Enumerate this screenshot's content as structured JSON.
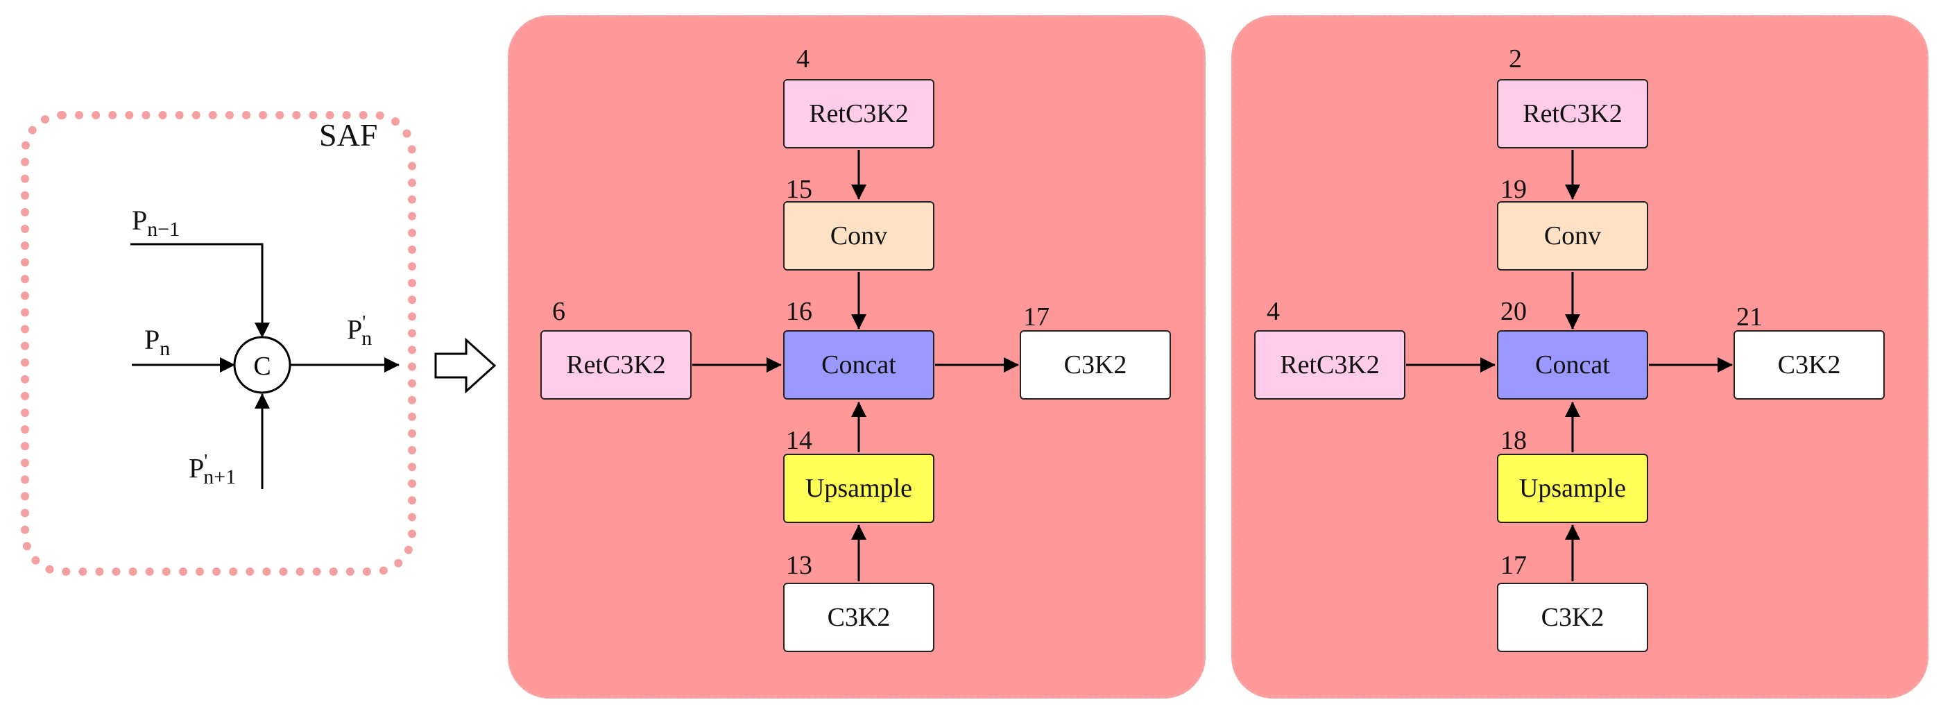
{
  "saf": {
    "title": "SAF",
    "inputs": {
      "p_n_minus_1": {
        "base": "P",
        "sub": "n−1"
      },
      "p_n": {
        "base": "P",
        "sub": "n"
      },
      "p_n_plus_1": {
        "base": "P",
        "sup": "'",
        "sub": "n+1"
      }
    },
    "output": {
      "base": "P",
      "sup": "'",
      "sub": "n"
    },
    "concat_symbol": "C"
  },
  "panel1": {
    "top": {
      "num": "4",
      "label": "RetC3K2"
    },
    "conv": {
      "num": "15",
      "label": "Conv"
    },
    "left": {
      "num": "6",
      "label": "RetC3K2"
    },
    "concat": {
      "num": "16",
      "label": "Concat"
    },
    "right": {
      "num": "17",
      "label": "C3K2"
    },
    "upsample": {
      "num": "14",
      "label": "Upsample"
    },
    "bottom": {
      "num": "13",
      "label": "C3K2"
    }
  },
  "panel2": {
    "top": {
      "num": "2",
      "label": "RetC3K2"
    },
    "conv": {
      "num": "19",
      "label": "Conv"
    },
    "left": {
      "num": "4",
      "label": "RetC3K2"
    },
    "concat": {
      "num": "20",
      "label": "Concat"
    },
    "right": {
      "num": "21",
      "label": "C3K2"
    },
    "upsample": {
      "num": "18",
      "label": "Upsample"
    },
    "bottom": {
      "num": "17",
      "label": "C3K2"
    }
  },
  "colors": {
    "panel_bg": "#ff9999",
    "saf_border": "#f4a0a0",
    "retc3k2": "#ffccea",
    "conv": "#ffe2c6",
    "concat": "#9999ff",
    "upsample": "#ffff55",
    "c3k2": "#ffffff"
  },
  "icons": [
    "right-arrow-outline-icon",
    "arrow-icon",
    "concat-circle-icon"
  ]
}
